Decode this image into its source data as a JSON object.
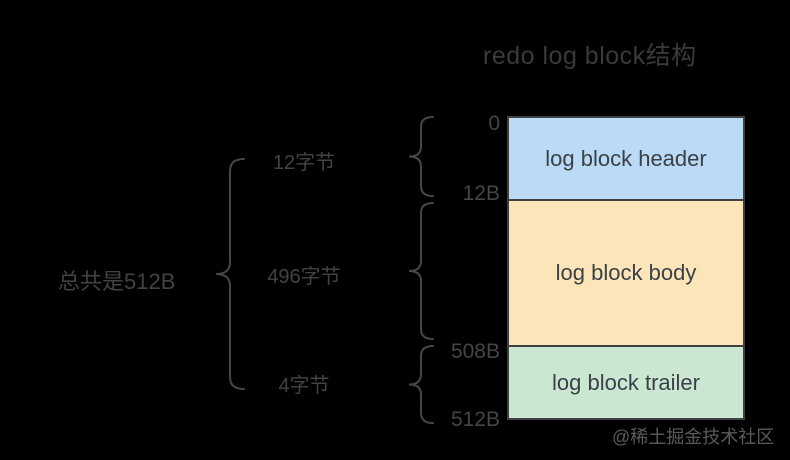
{
  "title": {
    "text": "redo log block结构"
  },
  "diagram": {
    "total_label": "总共是512B",
    "blocks": [
      {
        "name": "header",
        "label": "log block header",
        "size_label": "12字节",
        "fill": "#badaf5"
      },
      {
        "name": "body",
        "label": "log block body",
        "size_label": "496字节",
        "fill": "#fce5b8"
      },
      {
        "name": "trailer",
        "label": "log block trailer",
        "size_label": "4字节",
        "fill": "#cbe7d2"
      }
    ],
    "offsets": [
      "0",
      "12B",
      "508B",
      "512B"
    ],
    "border_color": "#404040",
    "block_text_color": "#3a4147",
    "annotation_text_color": "#454545",
    "background_color": "#000000"
  },
  "watermark": {
    "text": "@稀土掘金技术社区"
  }
}
